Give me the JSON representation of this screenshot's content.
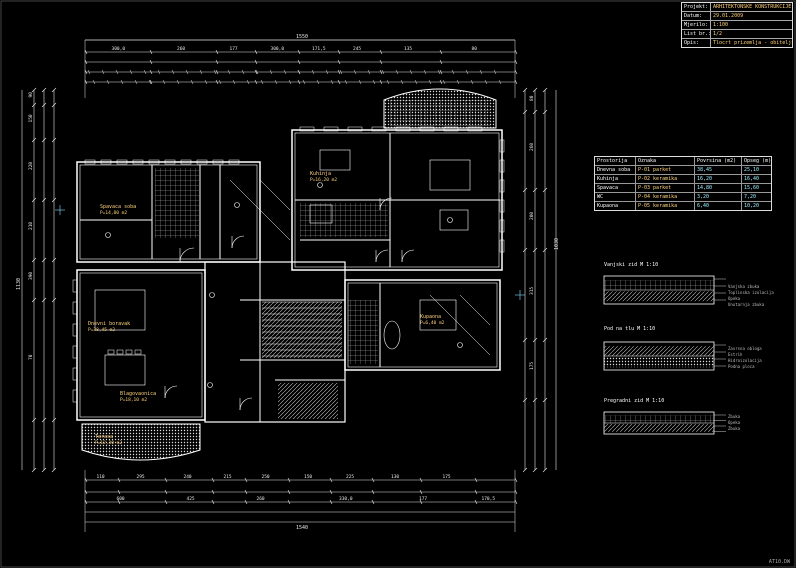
{
  "title_block": {
    "rows": [
      {
        "key": "Projekt:",
        "value": "ARHITEKTONSKE KONSTRUKCIJE"
      },
      {
        "key": "Datum:",
        "value": "29.01.2009"
      },
      {
        "key": "Mjerilo:",
        "value": "1:100"
      },
      {
        "key": "List br.:",
        "value": "1/2"
      },
      {
        "key": "Opis:",
        "value": "Tlocrt prizemlja - obiteljska kuca"
      }
    ]
  },
  "schedule": {
    "header": [
      "Prostorija",
      "Oznaka",
      "Povrsina (m2)",
      "Opseg (m)"
    ],
    "rows": [
      [
        "Dnevna soba",
        "P-01 parket",
        "38,45",
        "25,10"
      ],
      [
        "Kuhinja",
        "P-02 keramika",
        "16,20",
        "16,40"
      ],
      [
        "Spavaca",
        "P-03 parket",
        "14,80",
        "15,60"
      ],
      [
        "WC",
        "P-04 keramika",
        "3,20",
        "7,20"
      ],
      [
        "Kupaona",
        "P-05 keramika",
        "6,40",
        "10,20"
      ]
    ]
  },
  "sections": [
    {
      "title": "Vanjski zid  M 1:10",
      "layers": [
        "Vanjska zbuka",
        "Toplinska izolacija",
        "Opeka",
        "Unutarnja zbuka"
      ]
    },
    {
      "title": "Pod na tlu  M 1:10",
      "layers": [
        "Zavrsna obloga",
        "Estrih",
        "Hidroizolacija",
        "Podna ploca"
      ]
    },
    {
      "title": "Pregradni zid  M 1:10",
      "layers": [
        "Zbuka",
        "Opeka",
        "Zbuka"
      ]
    }
  ],
  "dimensions": {
    "top_overall": "1550",
    "top_chain": [
      "300,0",
      "260",
      "177",
      "300,0",
      "171,5",
      "245",
      "135",
      "80"
    ],
    "bottom_overall": "1540",
    "bottom_chain": [
      "110",
      "295",
      "240",
      "215",
      "250",
      "150",
      "225",
      "130",
      "175"
    ],
    "bottom_chain2": [
      "600",
      "425",
      "260",
      "330,0",
      "177",
      "170,5"
    ],
    "left_overall": "1130",
    "left_chain": [
      "90",
      "150",
      "220",
      "210",
      "390",
      "70"
    ],
    "right_overall": "1030",
    "right_chain": [
      "80",
      "260",
      "200",
      "315",
      "175"
    ]
  },
  "rooms": [
    {
      "name": "Spavaca soba",
      "area": "P=14,80 m2"
    },
    {
      "name": "Dnevni boravak",
      "area": "P=38,45 m2"
    },
    {
      "name": "Kuhinja",
      "area": "P=16,20 m2"
    },
    {
      "name": "Kupaona",
      "area": "P=6,40 m2"
    },
    {
      "name": "Blagovaonica",
      "area": "P=18,10 m2"
    },
    {
      "name": "Terasa",
      "area": "P=12,30 m2"
    }
  ],
  "corner_stamp": "AT10.DW",
  "colors": {
    "wall": "#ffffff",
    "dim": "#e8e8e8",
    "text": "#ffd27a",
    "hatch": "#c0c0c0",
    "grid": "#7fdcff"
  }
}
